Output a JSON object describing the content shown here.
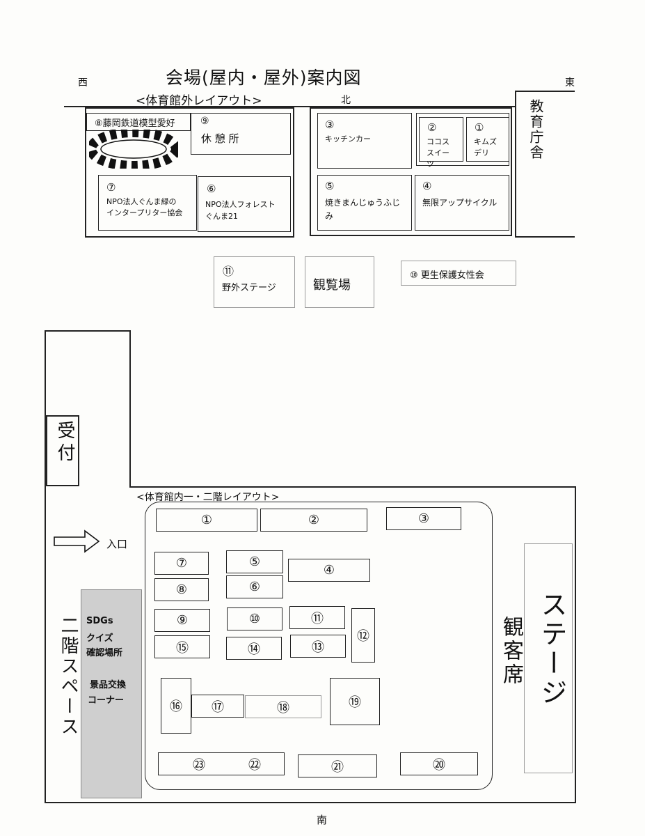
{
  "title": "会場(屋内・屋外)案内図",
  "compass": {
    "west": "西",
    "east": "東",
    "north": "北",
    "south": "南"
  },
  "outdoor": {
    "layout_label": "<体育館外レイアウト>",
    "education_building": "教育庁舎",
    "booths": {
      "b8": "⑧藤岡鉄道模型愛好",
      "b9_num": "⑨",
      "b9_name": "休 憩 所",
      "b7_num": "⑦",
      "b7_name1": "NPO法人ぐんま緑の",
      "b7_name2": "インタープリター協会",
      "b6_num": "⑥",
      "b6_name1": "NPO法人フォレスト",
      "b6_name2": "ぐんま21",
      "b3_num": "③",
      "b3_name": "キッチンカー",
      "b2_num": "②",
      "b2_name1": "ココス",
      "b2_name2": "スイー",
      "b2_name3": "ツ",
      "b1_num": "①",
      "b1_name1": "キムズ",
      "b1_name2": "デリ",
      "b5_num": "⑤",
      "b5_name1": "焼きまんじゅうふじ",
      "b5_name2": "み",
      "b4_num": "④",
      "b4_name": "無限アップサイクル",
      "b11_num": "⑪",
      "b11_name": "野外ステージ",
      "viewing": "観覧場",
      "b10": "⑩ 更生保護女性会"
    }
  },
  "indoor": {
    "layout_label": "<体育館内一・二階レイアウト>",
    "reception": "受付",
    "entrance": "入口",
    "second_floor_space": "二階スペース",
    "sdgs": [
      "SDGs",
      "クイズ",
      "確認場所"
    ],
    "prize": [
      "景品交換",
      "コーナー"
    ],
    "audience": "観客席",
    "stage": "ステージ",
    "booths": [
      "①",
      "②",
      "③",
      "④",
      "⑤",
      "⑥",
      "⑦",
      "⑧",
      "⑨",
      "⑩",
      "⑪",
      "⑫",
      "⑬",
      "⑭",
      "⑮",
      "⑯",
      "⑰",
      "⑱",
      "⑲",
      "⑳",
      "㉑",
      "㉒",
      "㉓"
    ]
  }
}
